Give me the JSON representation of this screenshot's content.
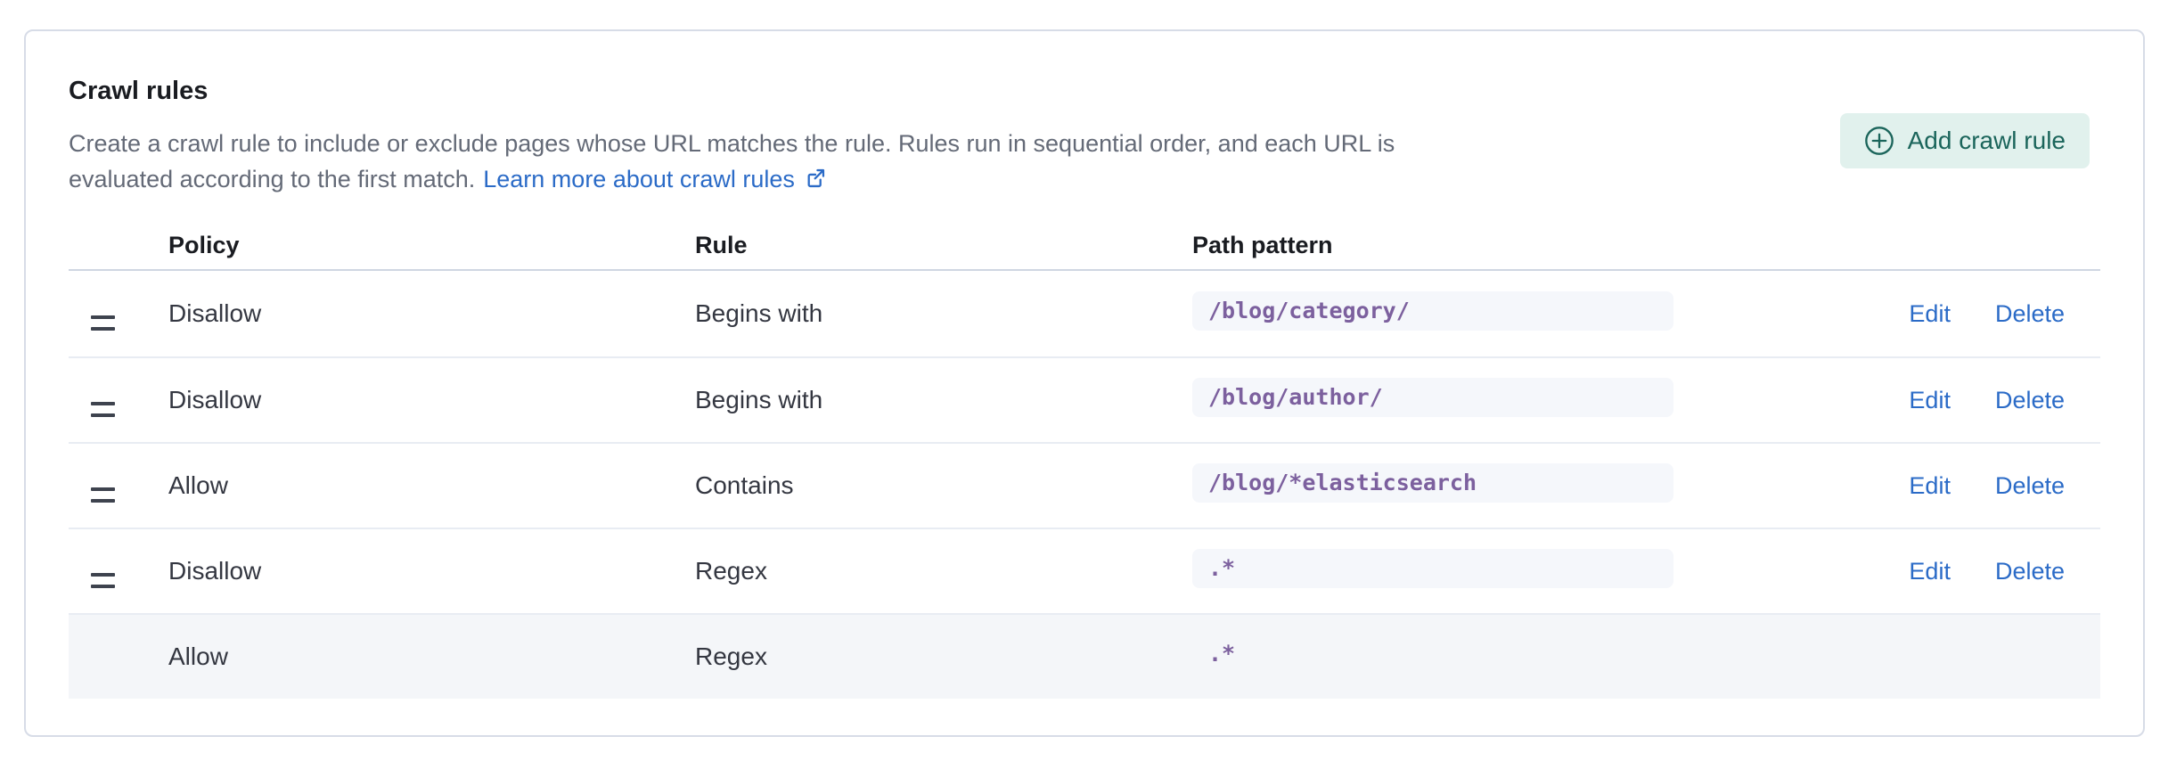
{
  "panel": {
    "title": "Crawl rules",
    "description_line1": "Create a crawl rule to include or exclude pages whose URL matches the rule. Rules run in sequential order, and each URL is",
    "description_line2": "evaluated according to the first match.",
    "learn_more_link": "Learn more about crawl rules",
    "add_button_label": "Add crawl rule"
  },
  "table": {
    "headers": {
      "policy": "Policy",
      "rule": "Rule",
      "path_pattern": "Path pattern"
    },
    "actions": {
      "edit": "Edit",
      "delete": "Delete"
    },
    "rows": [
      {
        "policy": "Disallow",
        "rule": "Begins with",
        "path_pattern": "/blog/category/",
        "draggable": true,
        "has_actions": true,
        "highlighted": false
      },
      {
        "policy": "Disallow",
        "rule": "Begins with",
        "path_pattern": "/blog/author/",
        "draggable": true,
        "has_actions": true,
        "highlighted": false
      },
      {
        "policy": "Allow",
        "rule": "Contains",
        "path_pattern": "/blog/*elasticsearch",
        "draggable": true,
        "has_actions": true,
        "highlighted": false
      },
      {
        "policy": "Disallow",
        "rule": "Regex",
        "path_pattern": ".*",
        "draggable": true,
        "has_actions": true,
        "highlighted": false
      },
      {
        "policy": "Allow",
        "rule": "Regex",
        "path_pattern": ".*",
        "draggable": false,
        "has_actions": false,
        "highlighted": true
      }
    ]
  },
  "icons": {
    "add_button_icon": "plus-in-circle-icon",
    "learn_more_icon": "external-link-icon",
    "row_handle_icon": "drag-handle-icon"
  },
  "colors": {
    "link_blue": "#2B6BC7",
    "button_bg": "#E1F1ED",
    "button_text": "#1B655B",
    "code_text_purple": "#7C609E",
    "code_bg": "#F5F7FB",
    "highlighted_row_bg": "#F4F6F9",
    "panel_border": "#D7DCE7",
    "title_text": "#1A1C21",
    "body_text": "#343741",
    "subdued_text": "#646A77"
  }
}
